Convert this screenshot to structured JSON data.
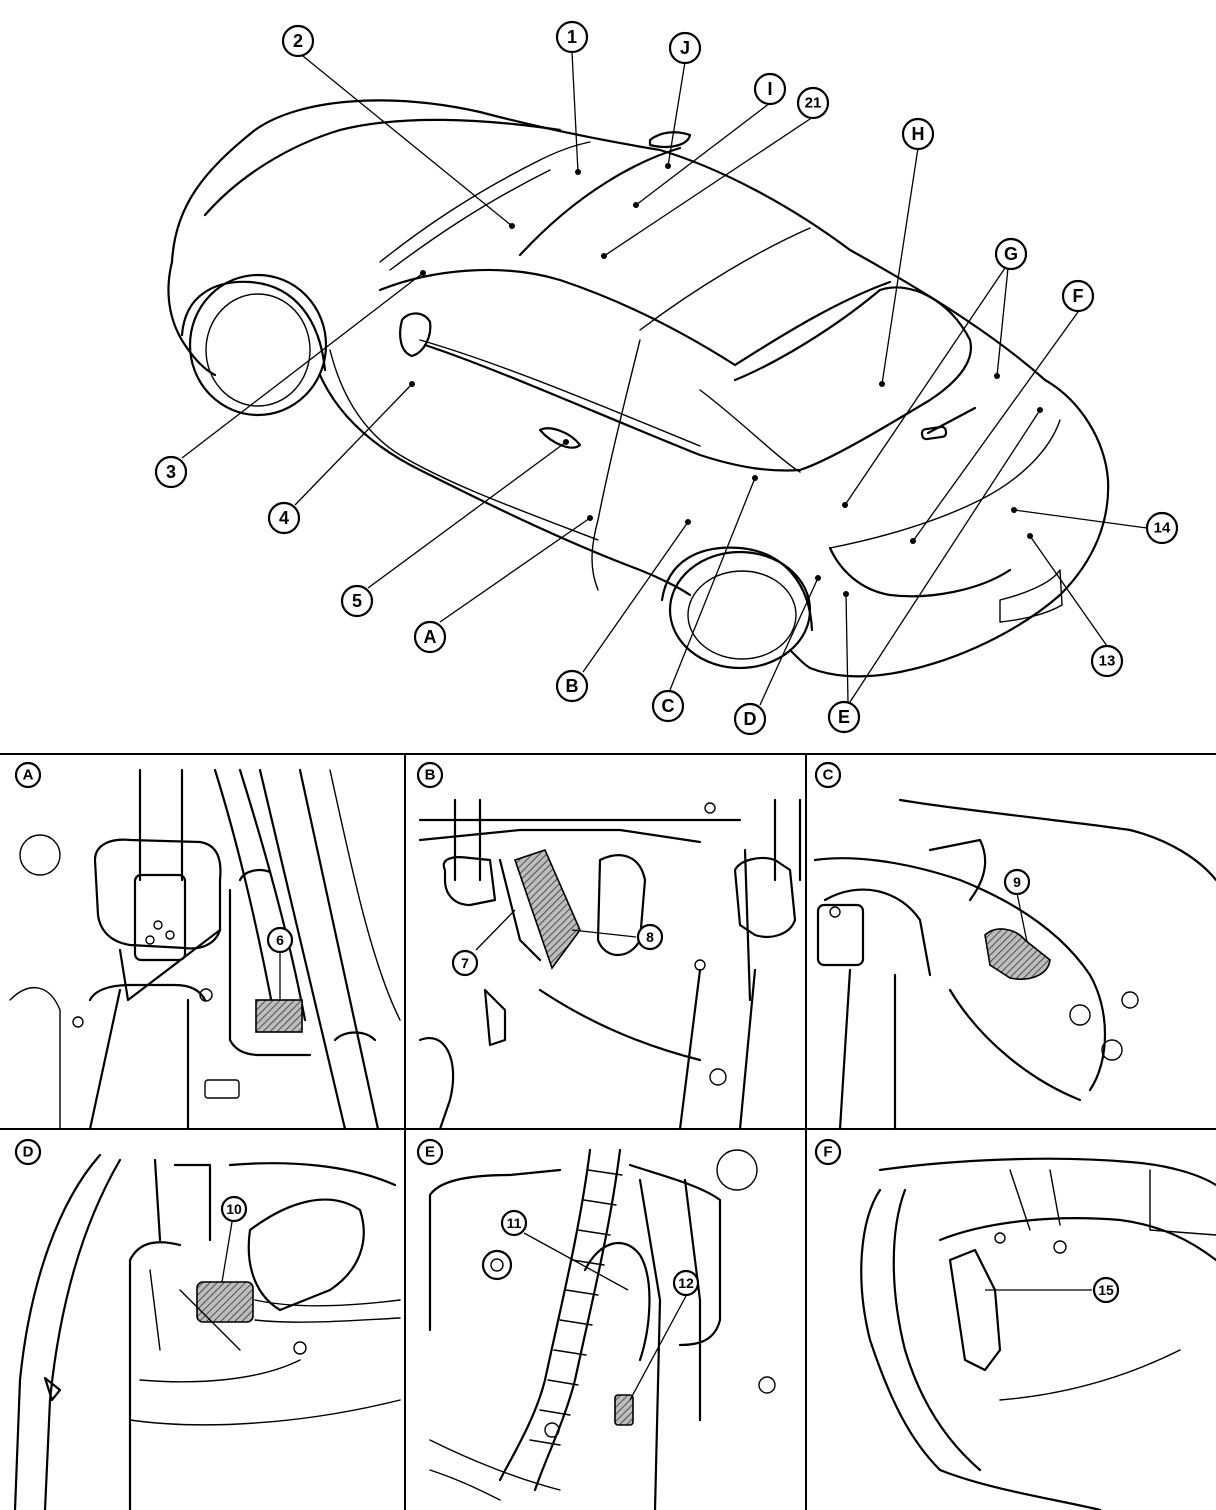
{
  "car_labels": {
    "n1": "1",
    "n2": "2",
    "n3": "3",
    "n4": "4",
    "n5": "5",
    "n13": "13",
    "n14": "14",
    "n21": "21",
    "H": "H",
    "I": "I",
    "J": "J",
    "G": "G",
    "F": "F",
    "A": "A",
    "B": "B",
    "C": "C",
    "D": "D",
    "E": "E"
  },
  "panels": [
    {
      "id": "A",
      "title": "A",
      "callouts": [
        "6"
      ]
    },
    {
      "id": "B",
      "title": "B",
      "callouts": [
        "7",
        "8"
      ]
    },
    {
      "id": "C",
      "title": "C",
      "callouts": [
        "9"
      ]
    },
    {
      "id": "D",
      "title": "D",
      "callouts": [
        "10"
      ]
    },
    {
      "id": "E",
      "title": "E",
      "callouts": [
        "11",
        "12"
      ]
    },
    {
      "id": "F",
      "title": "F",
      "callouts": [
        "15"
      ]
    }
  ]
}
